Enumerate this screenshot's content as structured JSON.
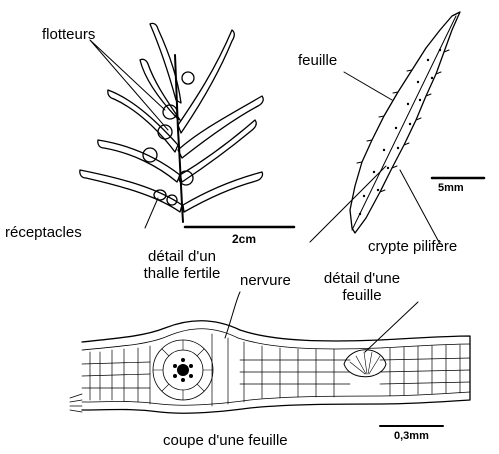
{
  "labels": {
    "flotteurs": "flotteurs",
    "feuille": "feuille",
    "receptacles": "réceptacles",
    "thalle_line1": "détail d'un",
    "thalle_line2": "thalle fertile",
    "crypte": "crypte pilifère",
    "detail_feuille_line1": "détail d'une",
    "detail_feuille_line2": "feuille",
    "nervure": "nervure",
    "coupe": "coupe d'une feuille"
  },
  "scales": {
    "thalle": "2cm",
    "feuille": "5mm",
    "coupe": "0,3mm"
  },
  "colors": {
    "ink": "#000000",
    "background": "#ffffff"
  }
}
